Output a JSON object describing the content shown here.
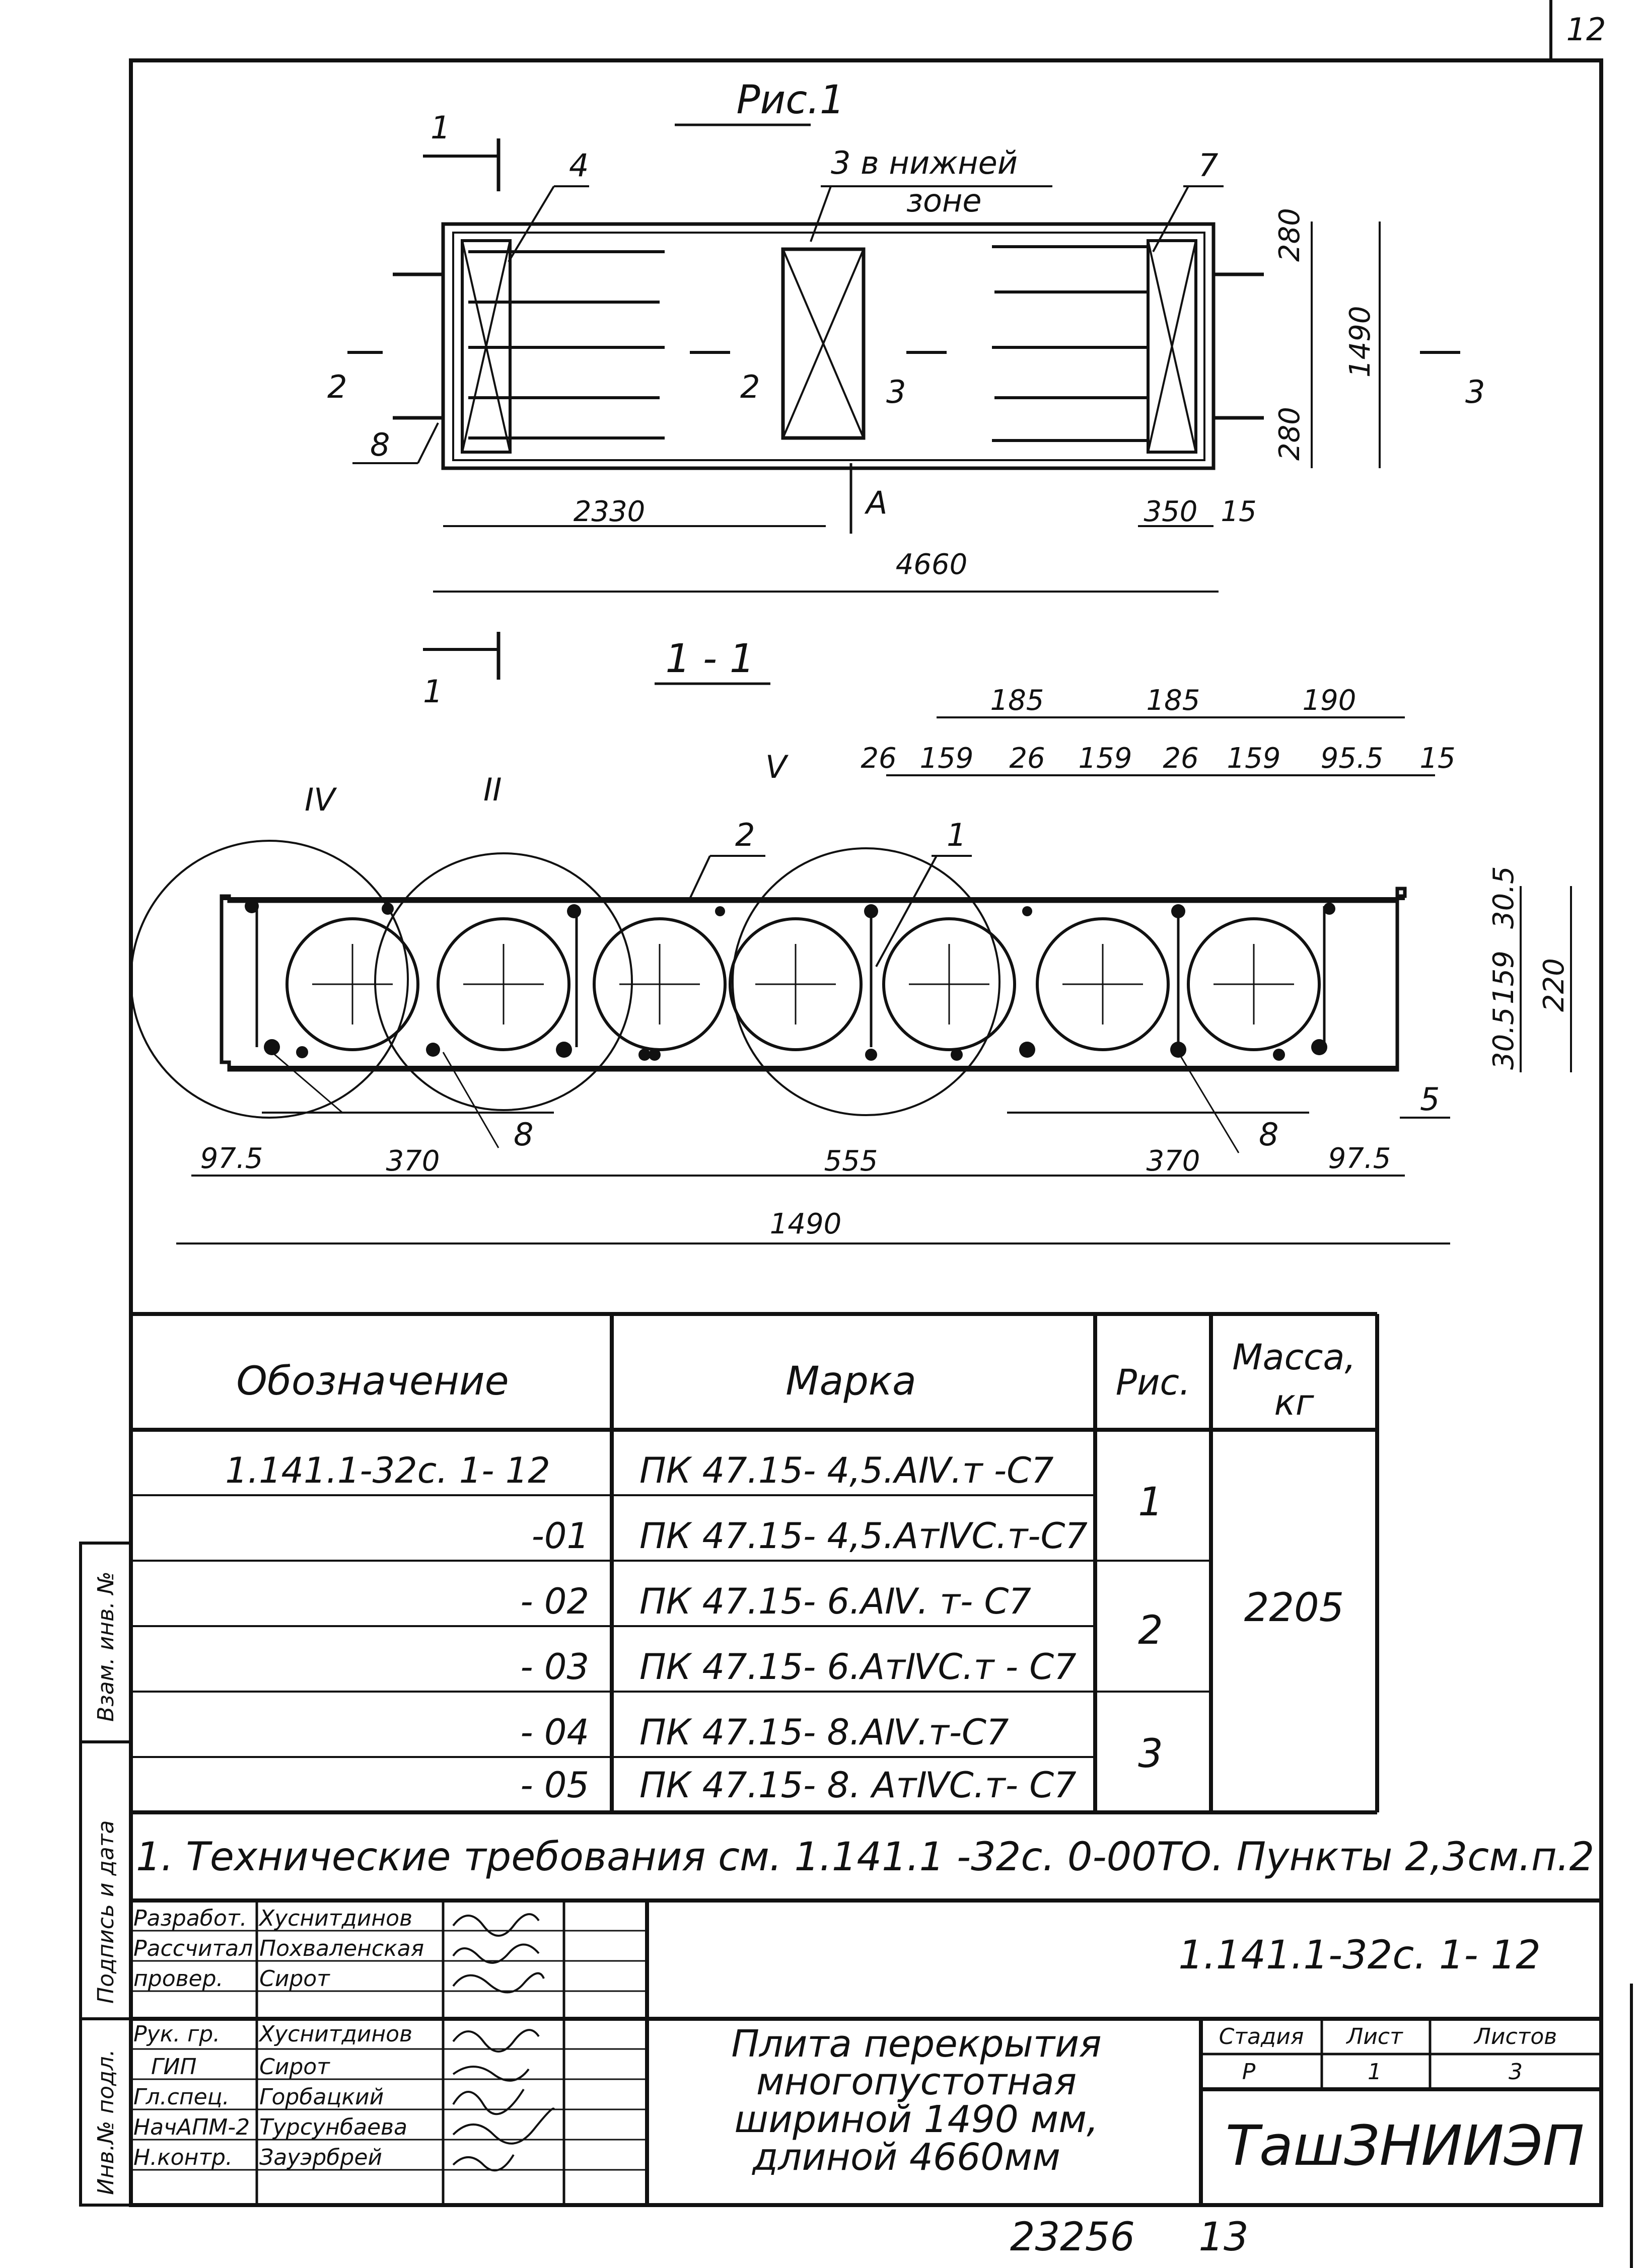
{
  "page_number": "12",
  "figure": {
    "title": "Рис.1",
    "label_bottom_zone": "3 в нижней",
    "label_bottom_zone_2": "зоне",
    "callouts": [
      "1",
      "4",
      "7",
      "2",
      "2",
      "3",
      "3",
      "8",
      "А",
      "1"
    ],
    "dims": {
      "length": "4660",
      "half": "2330",
      "edge": "350",
      "end": "15",
      "width": "1490",
      "top": "280",
      "bottom": "280"
    }
  },
  "section": {
    "title": "1 - 1",
    "zones": [
      "IV",
      "II",
      "V"
    ],
    "callouts": [
      "2",
      "1",
      "8",
      "8",
      "5"
    ],
    "top_dims_row1": [
      "185",
      "185",
      "190"
    ],
    "top_dims_row2": [
      "26",
      "159",
      "26",
      "159",
      "26",
      "159",
      "95.5",
      "15"
    ],
    "right_dims": [
      "30.5",
      "159",
      "30.5",
      "220"
    ],
    "bottom_dims": [
      "97.5",
      "370",
      "555",
      "370",
      "97.5"
    ],
    "total_width": "1490"
  },
  "table": {
    "headers": {
      "designation": "Обозначение",
      "mark": "Марка",
      "fig": "Рис.",
      "mass": "Масса,",
      "mass_unit": "кг"
    },
    "rows": [
      {
        "designation": "1.141.1-32с. 1- 12",
        "mark": "ПК 47.15- 4,5.АⅣ.т -С7"
      },
      {
        "designation": "-01",
        "mark": "ПК 47.15- 4,5.АтⅣС.т-С7"
      },
      {
        "designation": "- 02",
        "mark": "ПК 47.15- 6.АⅣ. т- С7"
      },
      {
        "designation": "- 03",
        "mark": "ПК 47.15- 6.АтⅣС.т - С7"
      },
      {
        "designation": "- 04",
        "mark": "ПК 47.15- 8.АⅣ.т-С7"
      },
      {
        "designation": "- 05",
        "mark": "ПК 47.15- 8. АтⅣС.т- С7"
      }
    ],
    "figs": [
      "1",
      "2",
      "3"
    ],
    "mass": "2205"
  },
  "note": "1. Технические требования см. 1.141.1 -32с. 0-00ТО. Пункты 2,3см.п.2",
  "side_labels": [
    "Взам. инв. №",
    "Подпись и дата",
    "Инв.№ подл."
  ],
  "stamp": {
    "people": [
      {
        "role": "Разработ.",
        "name": "Хуснитдинов"
      },
      {
        "role": "Рассчитал",
        "name": "Похваленская"
      },
      {
        "role": "провер.",
        "name": "Сирот"
      },
      {
        "role": "Рук. гр.",
        "name": "Хуснитдинов"
      },
      {
        "role": "ГИП",
        "name": "Сирот"
      },
      {
        "role": "Гл.спец.",
        "name": "Горбацкий"
      },
      {
        "role": "НачАПМ-2",
        "name": "Турсунбаева"
      },
      {
        "role": "Н.контр.",
        "name": "Зауэрбрей"
      }
    ],
    "code": "1.141.1-32с. 1- 12",
    "title_lines": [
      "Плита перекрытия",
      "многопустотная",
      "шириной 1490 мм,",
      "длиной 4660мм"
    ],
    "stage_label": "Стадия",
    "sheet_label": "Лист",
    "sheets_label": "Листов",
    "stage": "Р",
    "sheet": "1",
    "sheets": "3",
    "org": "ТашЗНИИЭП"
  },
  "footer": {
    "archive_no": "23256",
    "page": "13"
  }
}
